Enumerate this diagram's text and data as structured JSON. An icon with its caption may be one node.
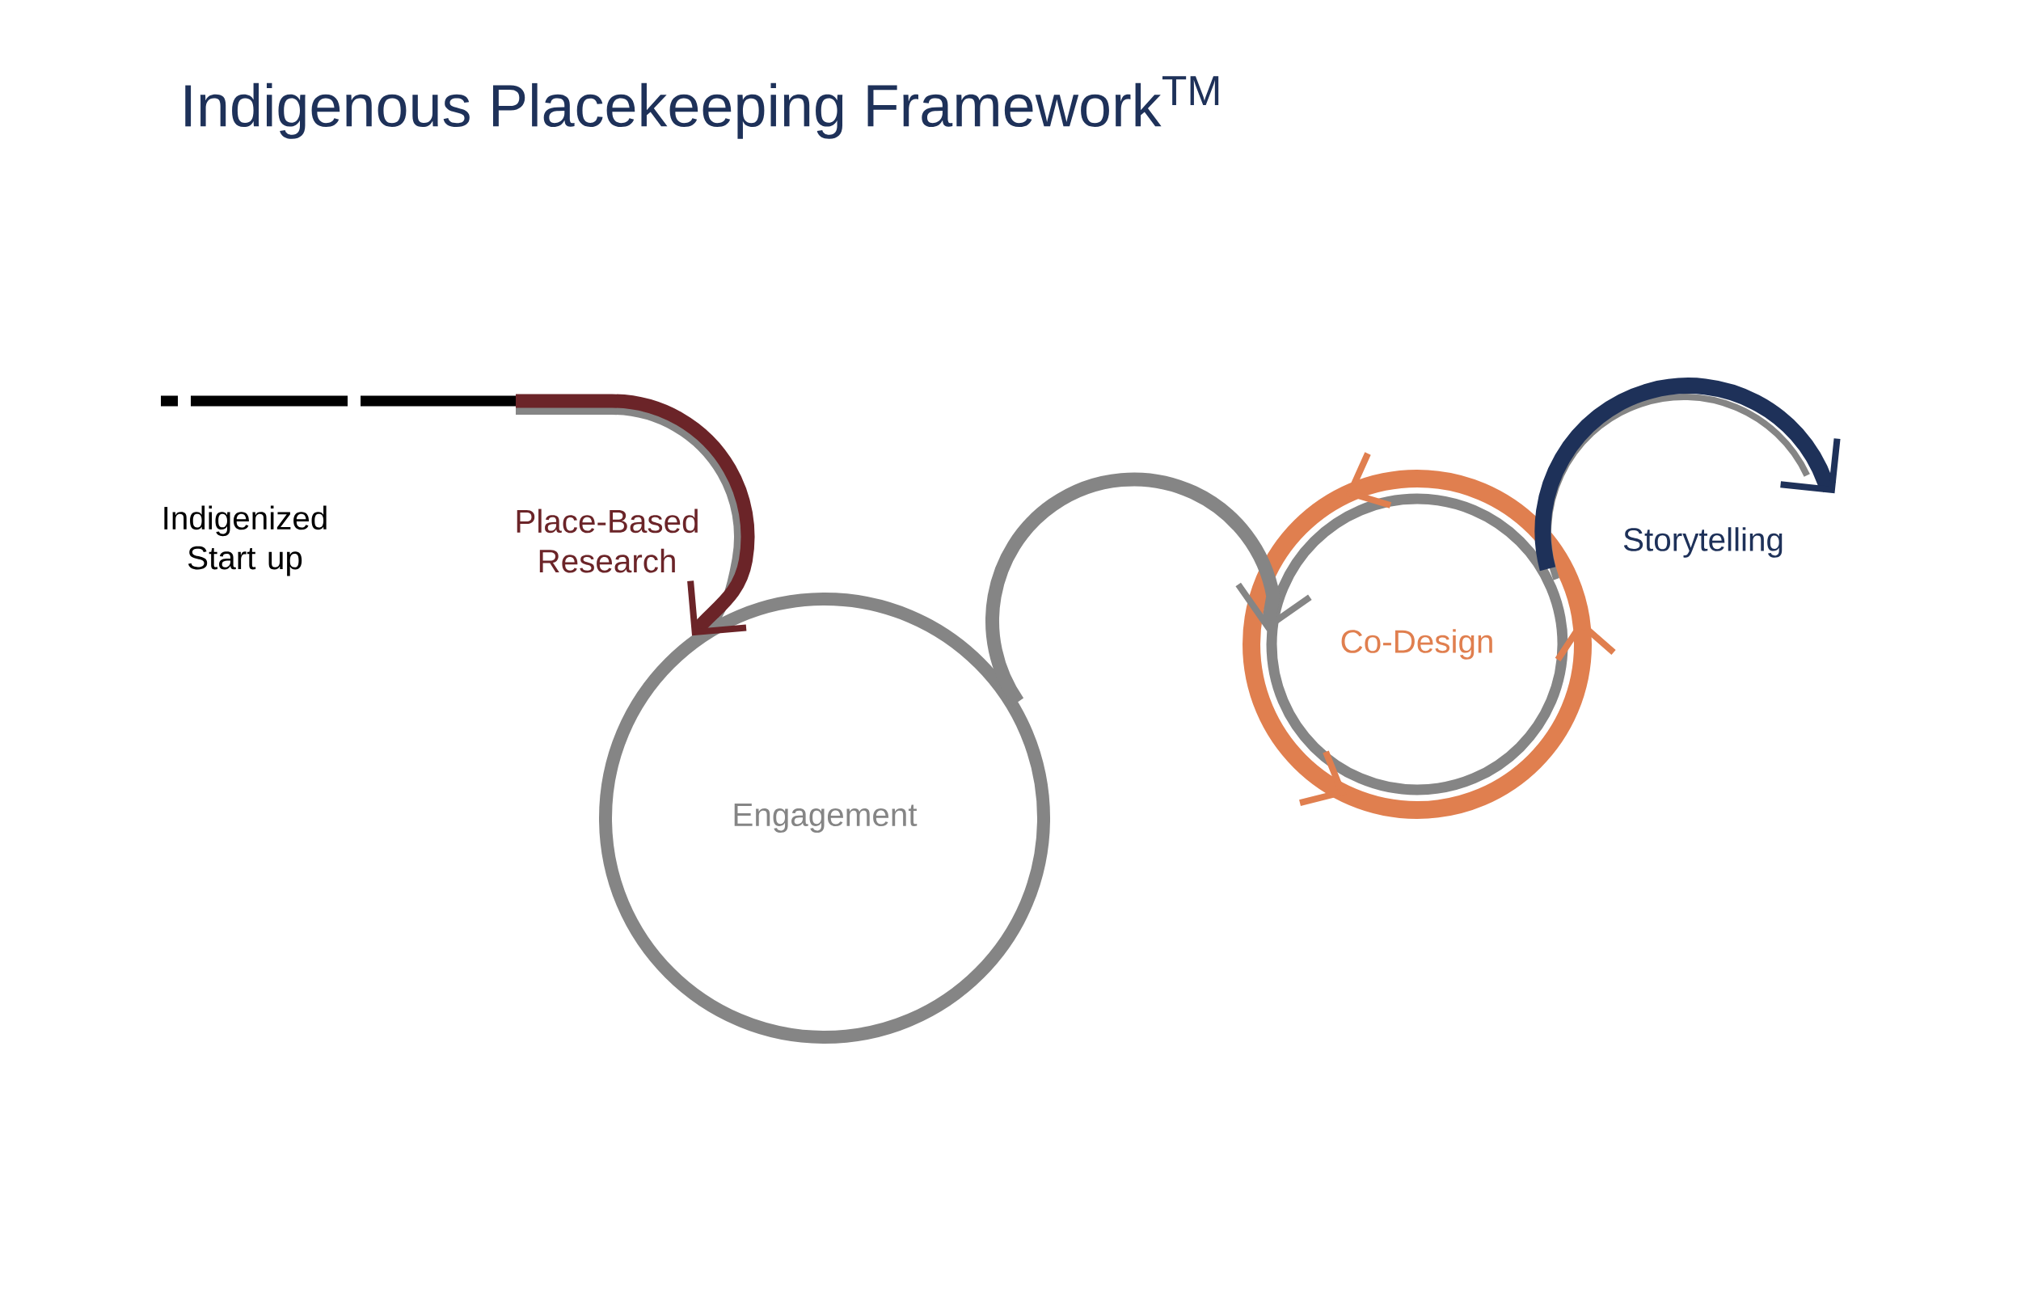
{
  "diagram": {
    "title": "Indigenous Placekeeping Framework$^{TM}$",
    "nodes": [
      {
        "text": [
          "Indigenized Start up"
        ]
      },
      {
        "text": [
          "Place-Based Research"
        ]
      },
      {
        "text": [
          "Engagement"
        ]
      },
      {
        "text": [
          "Co-Design"
        ]
      },
      {
        "text": [
          "Storytelling"
        ]
      }
    ],
    "edges": [
      {
        "from": null,
        "to": 2,
        "arrow": "to",
        "color": "#6b2428"
      },
      {
        "from": 2,
        "to": 3,
        "arrow": "to",
        "color": "#858585"
      },
      {
        "from": 3,
        "to": 4,
        "arrow": "to",
        "color": "#1e3159"
      }
    ]
  }
}
